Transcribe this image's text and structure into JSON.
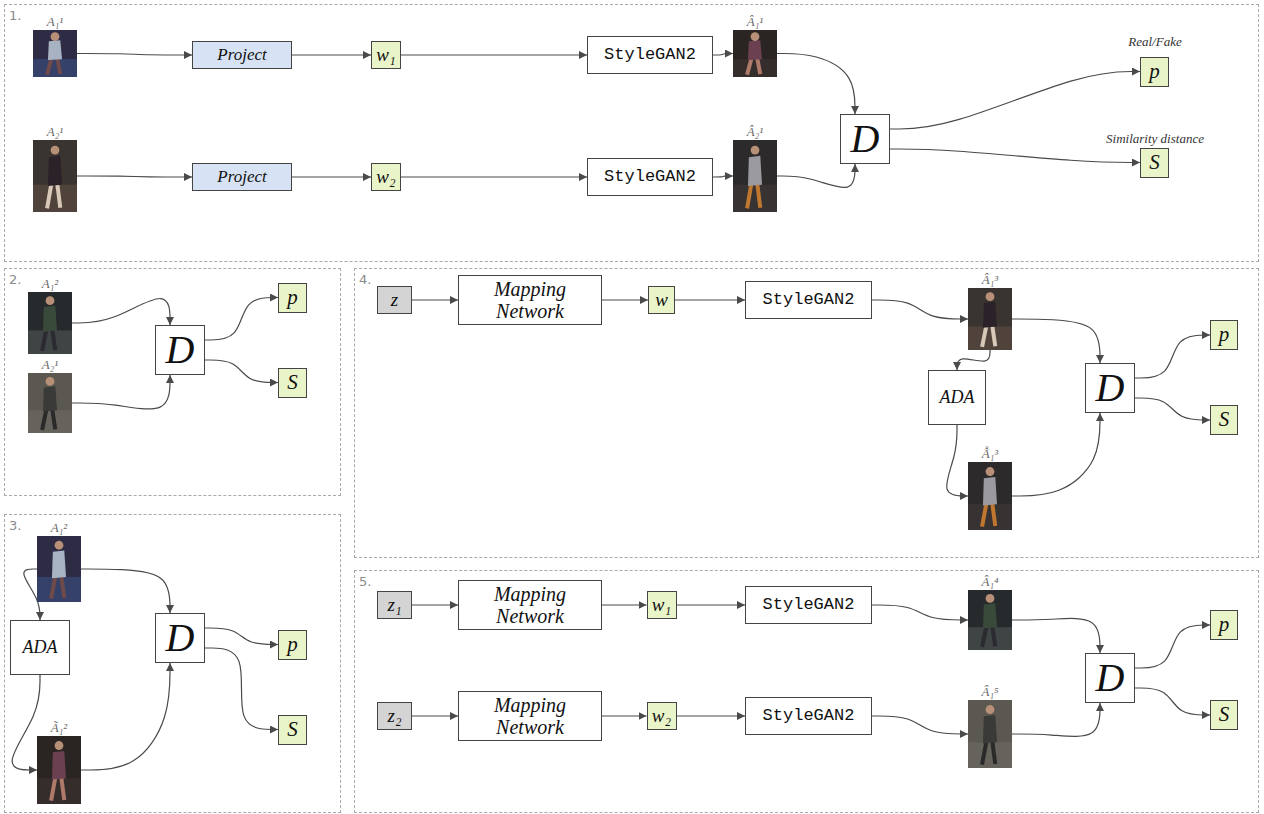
{
  "diagram": {
    "nodes": [
      {
        "text": [
          "1."
        ]
      },
      {
        "text": [
          "A₁¹"
        ],
        "in": 0
      },
      {
        "text": [
          "Project"
        ],
        "in": 0
      },
      {
        "text": [
          "w₁"
        ],
        "in": 0
      },
      {
        "text": [
          "StyleGAN2"
        ],
        "in": 0
      },
      {
        "text": [
          "Â₁¹"
        ],
        "in": 0
      },
      {
        "text": [
          "A₂¹"
        ],
        "in": 0
      },
      {
        "text": [
          "Project"
        ],
        "in": 0
      },
      {
        "text": [
          "w₂"
        ],
        "in": 0
      },
      {
        "text": [
          "StyleGAN2"
        ],
        "in": 0
      },
      {
        "text": [
          "Â₂¹"
        ],
        "in": 0
      },
      {
        "text": [
          "D"
        ],
        "in": 0
      },
      {
        "text": [
          "p"
        ],
        "in": 0
      },
      {
        "text": [
          "S"
        ],
        "in": 0
      },
      {
        "text": [
          "2."
        ]
      },
      {
        "text": [
          "A₁²"
        ],
        "in": 14
      },
      {
        "text": [
          "A₂¹"
        ],
        "in": 14
      },
      {
        "text": [
          "D"
        ],
        "in": 14
      },
      {
        "text": [
          "p"
        ],
        "in": 14
      },
      {
        "text": [
          "S"
        ],
        "in": 14
      },
      {
        "text": [
          "3."
        ]
      },
      {
        "text": [
          "A₁²"
        ],
        "in": 20
      },
      {
        "text": [
          "ADA"
        ],
        "in": 20
      },
      {
        "text": [
          "Ã₁²"
        ],
        "in": 20
      },
      {
        "text": [
          "D"
        ],
        "in": 20
      },
      {
        "text": [
          "p"
        ],
        "in": 20
      },
      {
        "text": [
          "S"
        ],
        "in": 20
      },
      {
        "text": [
          "4."
        ]
      },
      {
        "text": [
          "z"
        ],
        "in": 27
      },
      {
        "text": [
          "Mapping Network"
        ],
        "in": 27
      },
      {
        "text": [
          "w"
        ],
        "in": 27
      },
      {
        "text": [
          "StyleGAN2"
        ],
        "in": 27
      },
      {
        "text": [
          "Â₁³"
        ],
        "in": 27
      },
      {
        "text": [
          "ADA"
        ],
        "in": 27
      },
      {
        "text": [
          "Ẫ₁³"
        ],
        "in": 27
      },
      {
        "text": [
          "D"
        ],
        "in": 27
      },
      {
        "text": [
          "p"
        ],
        "in": 27
      },
      {
        "text": [
          "S"
        ],
        "in": 27
      },
      {
        "text": [
          "5."
        ]
      },
      {
        "text": [
          "z₁"
        ],
        "in": 38
      },
      {
        "text": [
          "Mapping Network"
        ],
        "in": 38
      },
      {
        "text": [
          "w₁"
        ],
        "in": 38
      },
      {
        "text": [
          "StyleGAN2"
        ],
        "in": 38
      },
      {
        "text": [
          "Â₁⁴"
        ],
        "in": 38
      },
      {
        "text": [
          "z₂"
        ],
        "in": 38
      },
      {
        "text": [
          "Mapping Network"
        ],
        "in": 38
      },
      {
        "text": [
          "w₂"
        ],
        "in": 38
      },
      {
        "text": [
          "StyleGAN2"
        ],
        "in": 38
      },
      {
        "text": [
          "Â₁⁵"
        ],
        "in": 38
      },
      {
        "text": [
          "D"
        ],
        "in": 38
      },
      {
        "text": [
          "p"
        ],
        "in": 38
      },
      {
        "text": [
          "S"
        ],
        "in": 38
      }
    ],
    "edges": [
      {
        "from": 1,
        "to": 2,
        "arrow": "to"
      },
      {
        "from": 2,
        "to": 3,
        "arrow": "to"
      },
      {
        "from": 3,
        "to": 4,
        "arrow": "to"
      },
      {
        "from": 4,
        "to": 5,
        "arrow": "to"
      },
      {
        "from": 5,
        "to": 11,
        "arrow": "to"
      },
      {
        "from": 6,
        "to": 7,
        "arrow": "to"
      },
      {
        "from": 7,
        "to": 8,
        "arrow": "to"
      },
      {
        "from": 8,
        "to": 9,
        "arrow": "to"
      },
      {
        "from": 9,
        "to": 10,
        "arrow": "to"
      },
      {
        "from": 10,
        "to": 11,
        "arrow": "to"
      },
      {
        "from": 11,
        "to": 12,
        "arrow": "to"
      },
      {
        "from": 11,
        "to": 13,
        "arrow": "to"
      },
      {
        "from": 15,
        "to": 17,
        "arrow": "to"
      },
      {
        "from": 16,
        "to": 17,
        "arrow": "to"
      },
      {
        "from": 17,
        "to": 18,
        "arrow": "to"
      },
      {
        "from": 17,
        "to": 19,
        "arrow": "to"
      },
      {
        "from": 21,
        "to": 22,
        "arrow": "to"
      },
      {
        "from": 22,
        "to": 23,
        "arrow": "to"
      },
      {
        "from": 21,
        "to": 24,
        "arrow": "to"
      },
      {
        "from": 23,
        "to": 24,
        "arrow": "to"
      },
      {
        "from": 24,
        "to": 25,
        "arrow": "to"
      },
      {
        "from": 24,
        "to": 26,
        "arrow": "to"
      },
      {
        "from": 28,
        "to": 29,
        "arrow": "to"
      },
      {
        "from": 29,
        "to": 30,
        "arrow": "to"
      },
      {
        "from": 30,
        "to": 31,
        "arrow": "to"
      },
      {
        "from": 31,
        "to": 32,
        "arrow": "to"
      },
      {
        "from": 32,
        "to": 33,
        "arrow": "to"
      },
      {
        "from": 33,
        "to": 34,
        "arrow": "to"
      },
      {
        "from": 32,
        "to": 35,
        "arrow": "to"
      },
      {
        "from": 34,
        "to": 35,
        "arrow": "to"
      },
      {
        "from": 35,
        "to": 36,
        "arrow": "to"
      },
      {
        "from": 35,
        "to": 37,
        "arrow": "to"
      },
      {
        "from": 39,
        "to": 40,
        "arrow": "to"
      },
      {
        "from": 40,
        "to": 41,
        "arrow": "to"
      },
      {
        "from": 41,
        "to": 42,
        "arrow": "to"
      },
      {
        "from": 42,
        "to": 43,
        "arrow": "to"
      },
      {
        "from": 43,
        "to": 49,
        "arrow": "to"
      },
      {
        "from": 44,
        "to": 45,
        "arrow": "to"
      },
      {
        "from": 45,
        "to": 46,
        "arrow": "to"
      },
      {
        "from": 46,
        "to": 47,
        "arrow": "to"
      },
      {
        "from": 47,
        "to": 48,
        "arrow": "to"
      },
      {
        "from": 48,
        "to": 49,
        "arrow": "to"
      },
      {
        "from": 49,
        "to": 50,
        "arrow": "to"
      },
      {
        "from": 49,
        "to": 51,
        "arrow": "to"
      }
    ],
    "labels": [
      "Real/Fake",
      "Similarity distance"
    ]
  }
}
